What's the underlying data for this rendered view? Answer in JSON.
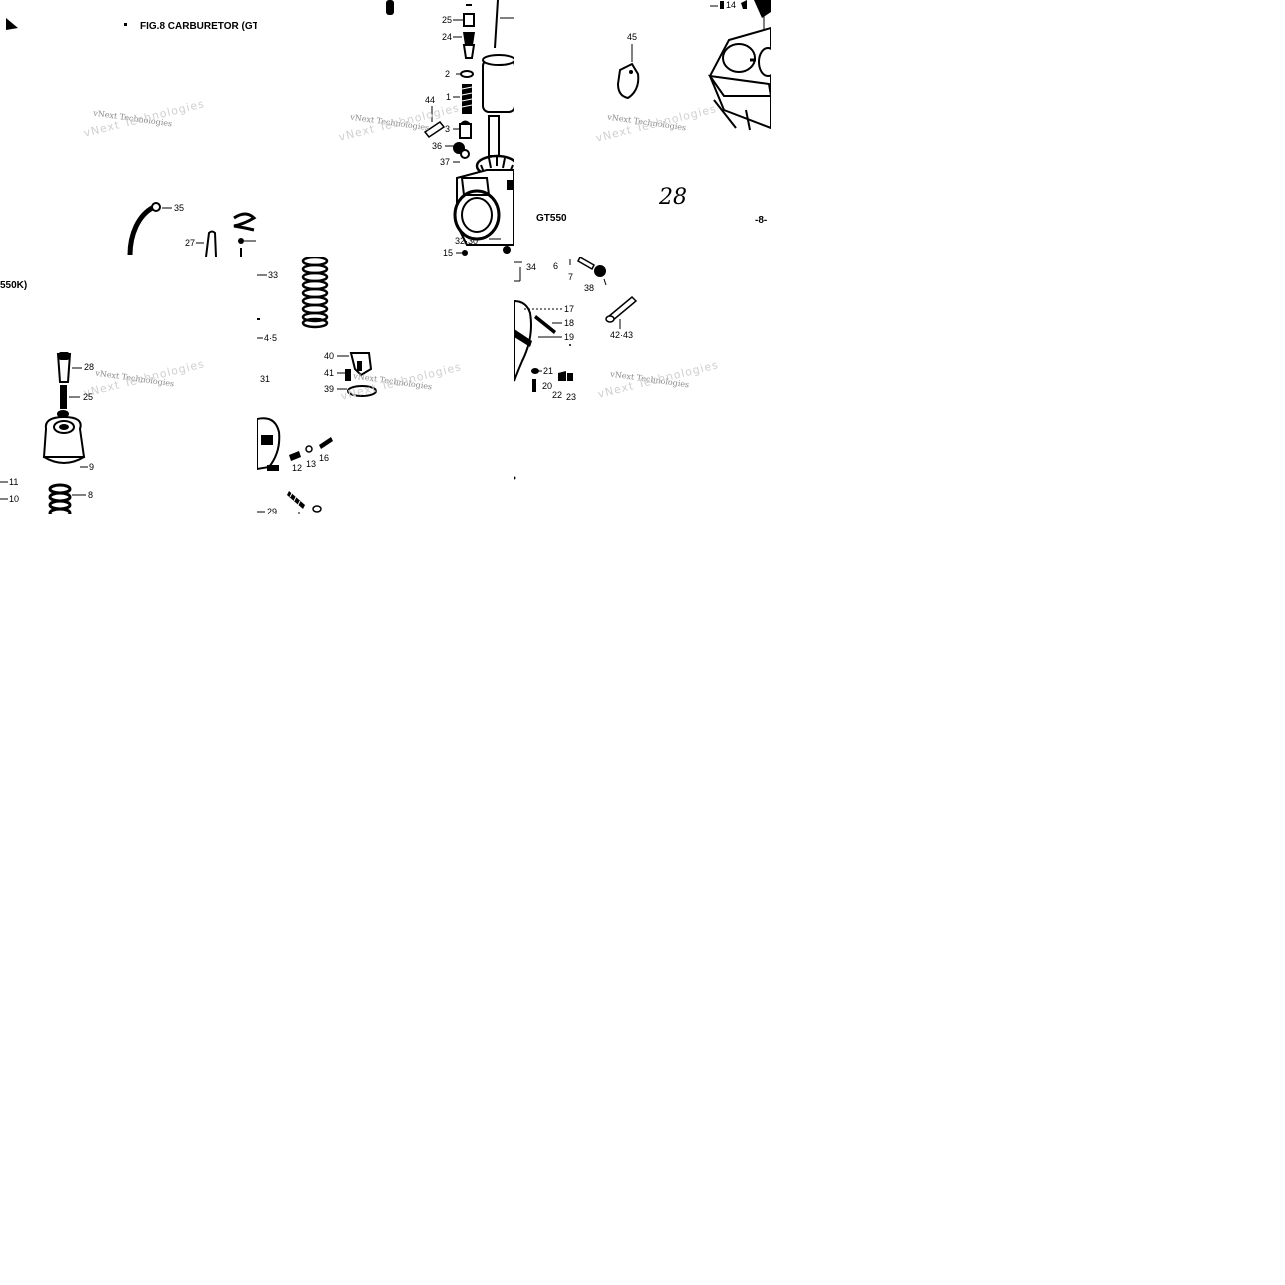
{
  "figure": {
    "title": "FIG.8  CARBURETOR (GT",
    "model_left": "550K)",
    "model_right": "GT550",
    "page_marker": "-8-",
    "handwritten": "28"
  },
  "watermark": {
    "text": "vNext Technologies",
    "ghost": "vNext Technologies"
  },
  "tiles": {
    "t1": {
      "labels": {
        "l35": "35",
        "l27": "27"
      }
    },
    "t2": {
      "labels": {
        "l25": "25",
        "l24": "24",
        "l2": "2",
        "l1": "1",
        "l44": "44",
        "l3": "3",
        "l36": "36",
        "l37": "37",
        "l3230": "32·30",
        "l15": "15"
      }
    },
    "t3": {
      "labels": {
        "l45": "45",
        "l14": "14"
      }
    },
    "t4": {
      "labels": {
        "l28": "28",
        "l25": "25",
        "l9": "9",
        "l8": "8",
        "l11": "11",
        "l10": "10"
      }
    },
    "t5": {
      "labels": {
        "l33": "33",
        "l45": "4·5",
        "l31": "31",
        "l40": "40",
        "l41": "41",
        "l39": "39",
        "l12": "12",
        "l13": "13",
        "l16": "16",
        "l29": "29"
      }
    },
    "t6": {
      "labels": {
        "l34": "34",
        "l6": "6",
        "l7": "7",
        "l38": "38",
        "l17": "17",
        "l18": "18",
        "l19": "19",
        "l4243": "42·43",
        "l21": "21",
        "l20": "20",
        "l22": "22",
        "l23": "23"
      }
    }
  }
}
